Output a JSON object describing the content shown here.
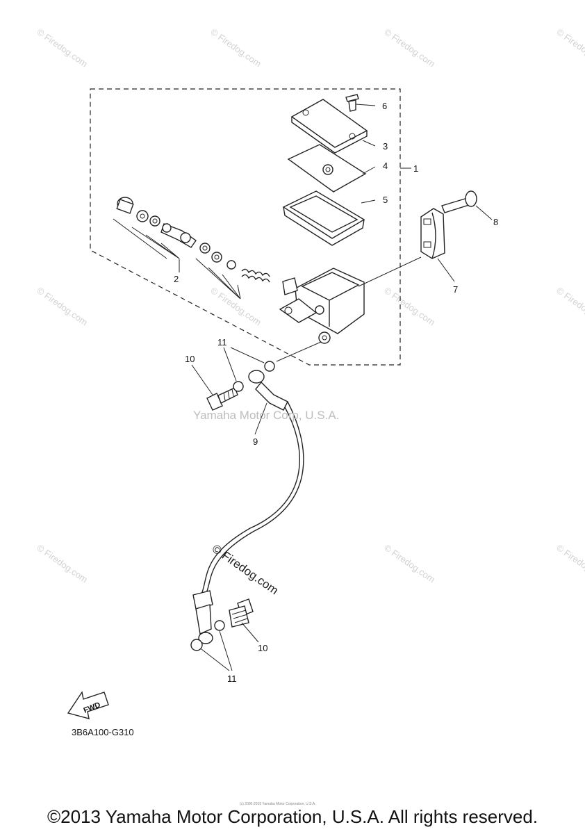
{
  "diagram": {
    "callouts": [
      {
        "id": "c1",
        "label": "1"
      },
      {
        "id": "c2",
        "label": "2"
      },
      {
        "id": "c3",
        "label": "3"
      },
      {
        "id": "c4",
        "label": "4"
      },
      {
        "id": "c5",
        "label": "5"
      },
      {
        "id": "c6",
        "label": "6"
      },
      {
        "id": "c7",
        "label": "7"
      },
      {
        "id": "c8",
        "label": "8"
      },
      {
        "id": "c9",
        "label": "9"
      },
      {
        "id": "c10a",
        "label": "10"
      },
      {
        "id": "c10b",
        "label": "10"
      },
      {
        "id": "c11a",
        "label": "11"
      },
      {
        "id": "c11b",
        "label": "11"
      }
    ],
    "fwd_label": "FWD",
    "diagram_code": "3B6A100-G310",
    "watermark_center": "Yamaha Motor Corp, U.S.A.",
    "watermark_site": "© Firedog.com",
    "watermark_small": "(c) 2000-2015 Yamaha Motor Corporation, U.S.A."
  },
  "footer": {
    "copyright": "©2013 Yamaha Motor Corporation, U.S.A. All rights reserved."
  }
}
